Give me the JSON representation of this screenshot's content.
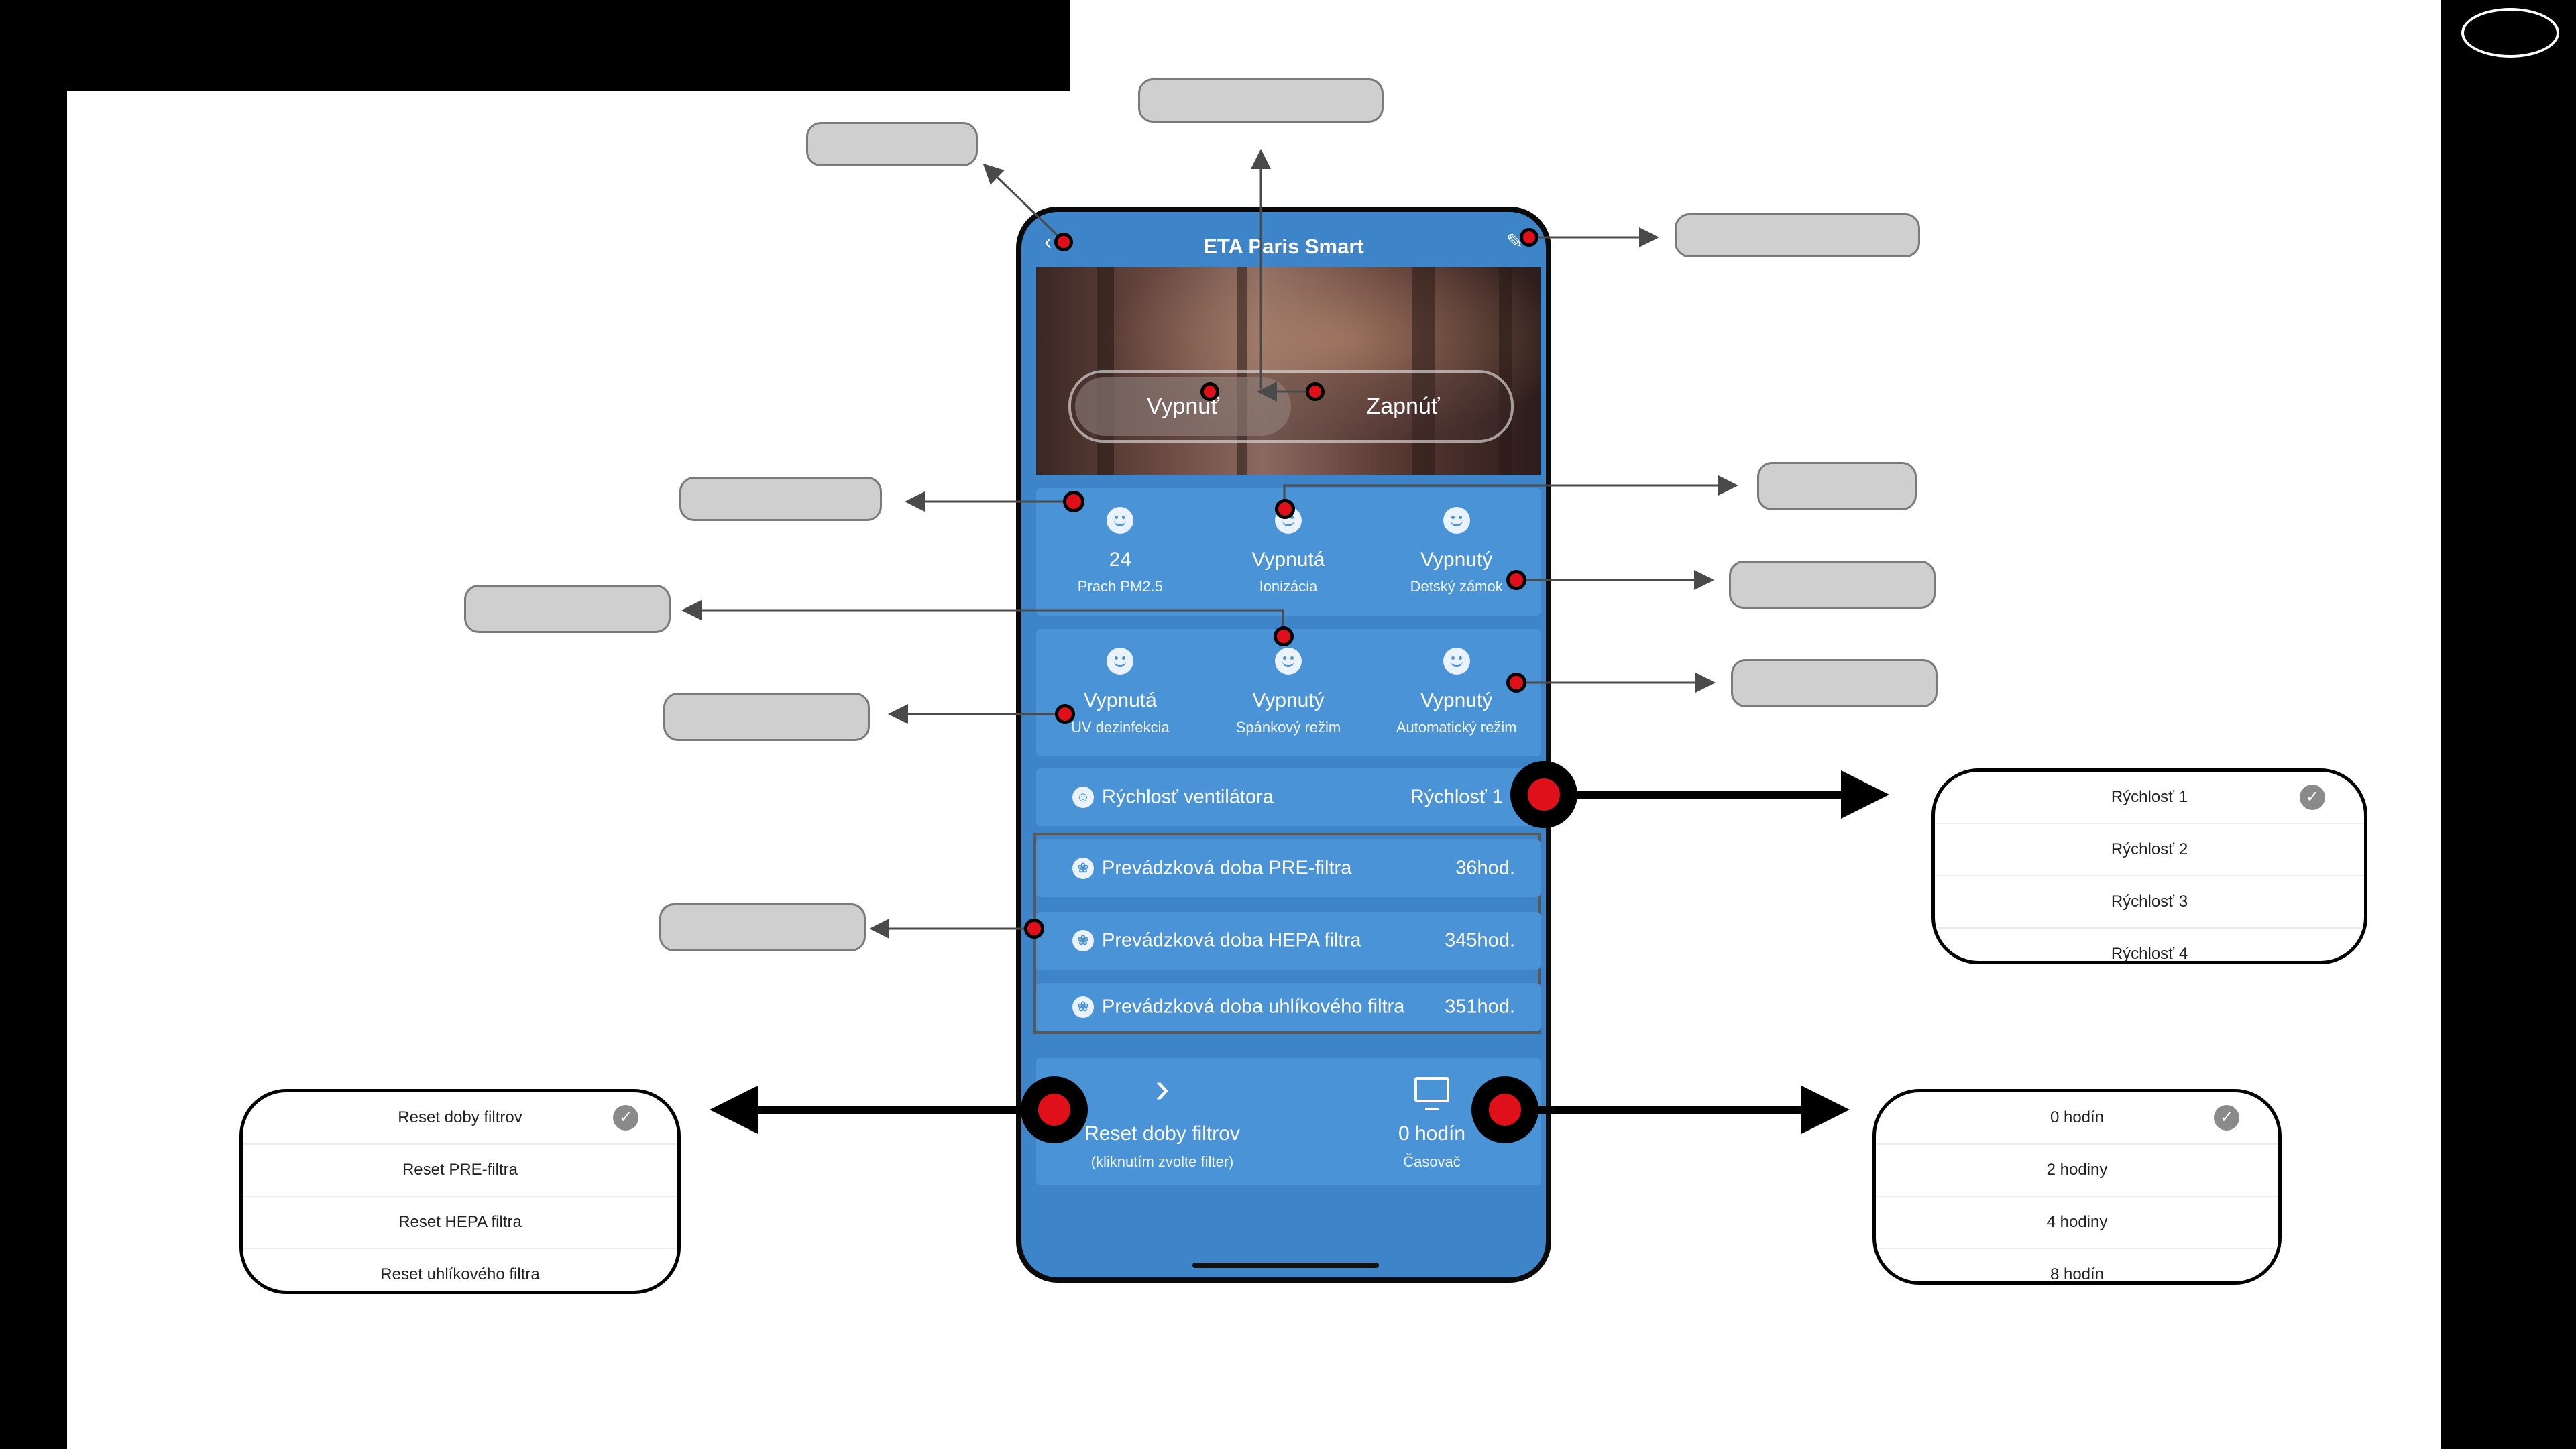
{
  "phone": {
    "title": "ETA Paris Smart",
    "power_toggle": {
      "off_label": "Vypnuť",
      "on_label": "Zapnúť",
      "selected": "off"
    },
    "status_row_1": [
      {
        "value": "24",
        "label": "Prach PM2.5"
      },
      {
        "value": "Vypnutá",
        "label": "Ionizácia"
      },
      {
        "value": "Vypnutý",
        "label": "Detský zámok"
      }
    ],
    "status_row_2": [
      {
        "value": "Vypnutá",
        "label": "UV dezinfekcia"
      },
      {
        "value": "Vypnutý",
        "label": "Spánkový režim"
      },
      {
        "value": "Vypnutý",
        "label": "Automatický režim"
      }
    ],
    "fan_speed": {
      "label": "Rýchlosť ventilátora",
      "value": "Rýchlosť 1"
    },
    "filters": [
      {
        "label": "Prevádzková doba PRE-filtra",
        "value": "36hod."
      },
      {
        "label": "Prevádzková doba HEPA filtra",
        "value": "345hod."
      },
      {
        "label": "Prevádzková doba uhlíkového filtra",
        "value": "351hod."
      }
    ],
    "reset": {
      "label": "Reset doby filtrov",
      "sub": "(kliknutím zvolte filter)"
    },
    "timer": {
      "value": "0 hodín",
      "label": "Časovač"
    }
  },
  "fan_speed_popup": {
    "options": [
      "Rýchlosť 1",
      "Rýchlosť 2",
      "Rýchlosť 3",
      "Rýchlosť 4"
    ],
    "selected": "Rýchlosť 1"
  },
  "reset_popup": {
    "options": [
      "Reset doby filtrov",
      "Reset PRE-filtra",
      "Reset HEPA filtra",
      "Reset uhlíkového filtra"
    ],
    "selected": "Reset doby filtrov"
  },
  "timer_popup": {
    "options": [
      "0 hodín",
      "2 hodiny",
      "4 hodiny",
      "8 hodín"
    ],
    "selected": "0 hodín"
  },
  "colors": {
    "phone_bg": "#3d84c9",
    "card_bg": "#4a93d6",
    "marker": "#e0101a"
  }
}
